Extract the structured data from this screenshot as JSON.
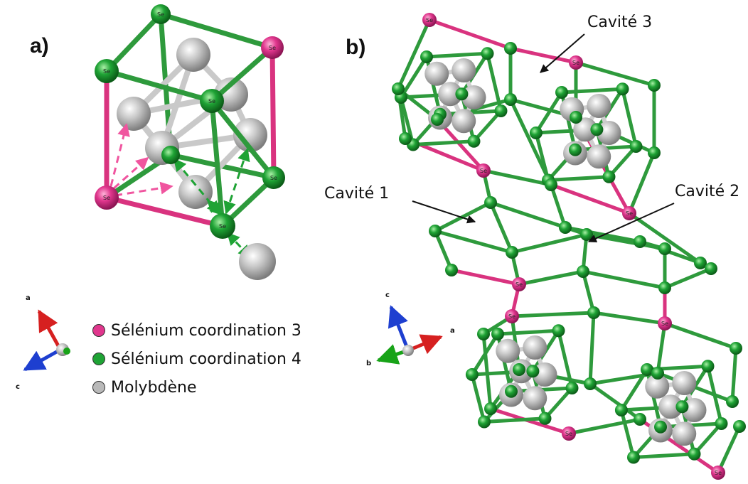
{
  "panel_a": {
    "label": "a)"
  },
  "panel_b": {
    "label": "b)"
  },
  "cavities": {
    "c3": "Cavité 3",
    "c1": "Cavité 1",
    "c2": "Cavité 2"
  },
  "legend": [
    {
      "text": "Sélénium coordination 3",
      "color": "#e0368d"
    },
    {
      "text": "Sélénium coordination 4",
      "color": "#1fa335"
    },
    {
      "text": "Molybdène",
      "color": "#b9b9b9"
    }
  ],
  "axes_a": {
    "a": "a",
    "c": "c"
  },
  "axes_b": {
    "a": "a",
    "b": "b",
    "c": "c"
  },
  "atom_label": "Se",
  "colors": {
    "se3": "#e0368d",
    "se4": "#1fa335",
    "mo": "#b9b9b9",
    "bond_green": "#2e9a3c",
    "bond_pink": "#d9337f"
  }
}
